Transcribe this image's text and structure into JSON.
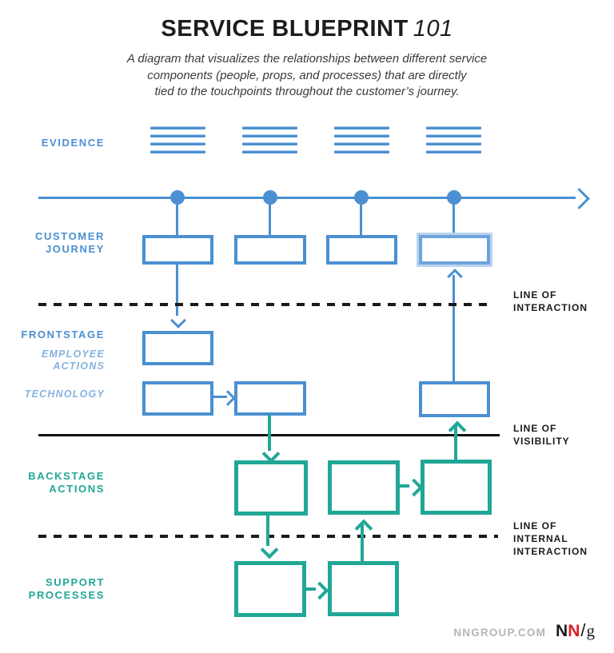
{
  "header": {
    "title": "SERVICE BLUEPRINT",
    "title_suffix": "101",
    "subtitle_lines": [
      "A diagram that visualizes the relationships between different service",
      "components (people, props, and processes) that are directly",
      "tied to the touchpoints throughout the customer’s journey."
    ]
  },
  "row_labels": {
    "evidence": "EVIDENCE",
    "customer_journey": [
      "CUSTOMER",
      "JOURNEY"
    ],
    "frontstage": "FRONTSTAGE",
    "employee_actions": [
      "EMPLOYEE",
      "ACTIONS"
    ],
    "technology": "TECHNOLOGY",
    "backstage_actions": [
      "BACKSTAGE",
      "ACTIONS"
    ],
    "support_processes": [
      "SUPPORT",
      "PROCESSES"
    ]
  },
  "divider_labels": {
    "interaction": [
      "LINE OF",
      "INTERACTION"
    ],
    "visibility": [
      "LINE OF",
      "VISIBILITY"
    ],
    "internal_interaction": [
      "LINE OF",
      "INTERNAL",
      "INTERACTION"
    ]
  },
  "structure": {
    "evidence_groups": 4,
    "journey_touchpoints": 4,
    "highlighted_journey_box": 4,
    "frontstage_boxes": 3,
    "backstage_boxes": 3,
    "support_boxes": 2
  },
  "colors": {
    "blue": "#4a90d2",
    "blue_light": "#6fa3dc",
    "teal": "#21a795",
    "divider_black": "#1a1a1a",
    "footer_gray": "#b5b5b5",
    "logo_red": "#e01b22"
  },
  "footer": {
    "site": "NNGROUP.COM",
    "logo": {
      "n1": "N",
      "n2": "N",
      "slash": "/",
      "g": "g"
    }
  }
}
